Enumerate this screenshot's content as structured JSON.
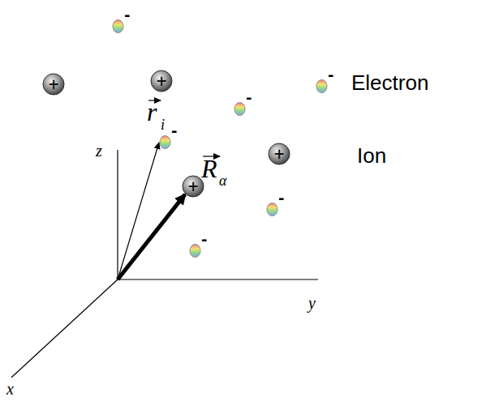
{
  "diagram": {
    "nodes": [
      {
        "text": [
          "-"
        ]
      },
      {
        "text": [
          "+"
        ]
      },
      {
        "text": [
          "+"
        ]
      },
      {
        "text": [
          "-"
        ]
      },
      {
        "text": [
          "-"
        ]
      },
      {
        "text": [
          "-"
        ]
      },
      {
        "text": [
          "+"
        ]
      },
      {
        "text": [
          "+"
        ]
      },
      {
        "text": [
          "-"
        ]
      },
      {
        "text": [
          "-"
        ]
      }
    ],
    "labels": [
      "Electron",
      "Ion",
      "z",
      "y",
      "x",
      "r",
      "i",
      "R",
      "α"
    ]
  }
}
